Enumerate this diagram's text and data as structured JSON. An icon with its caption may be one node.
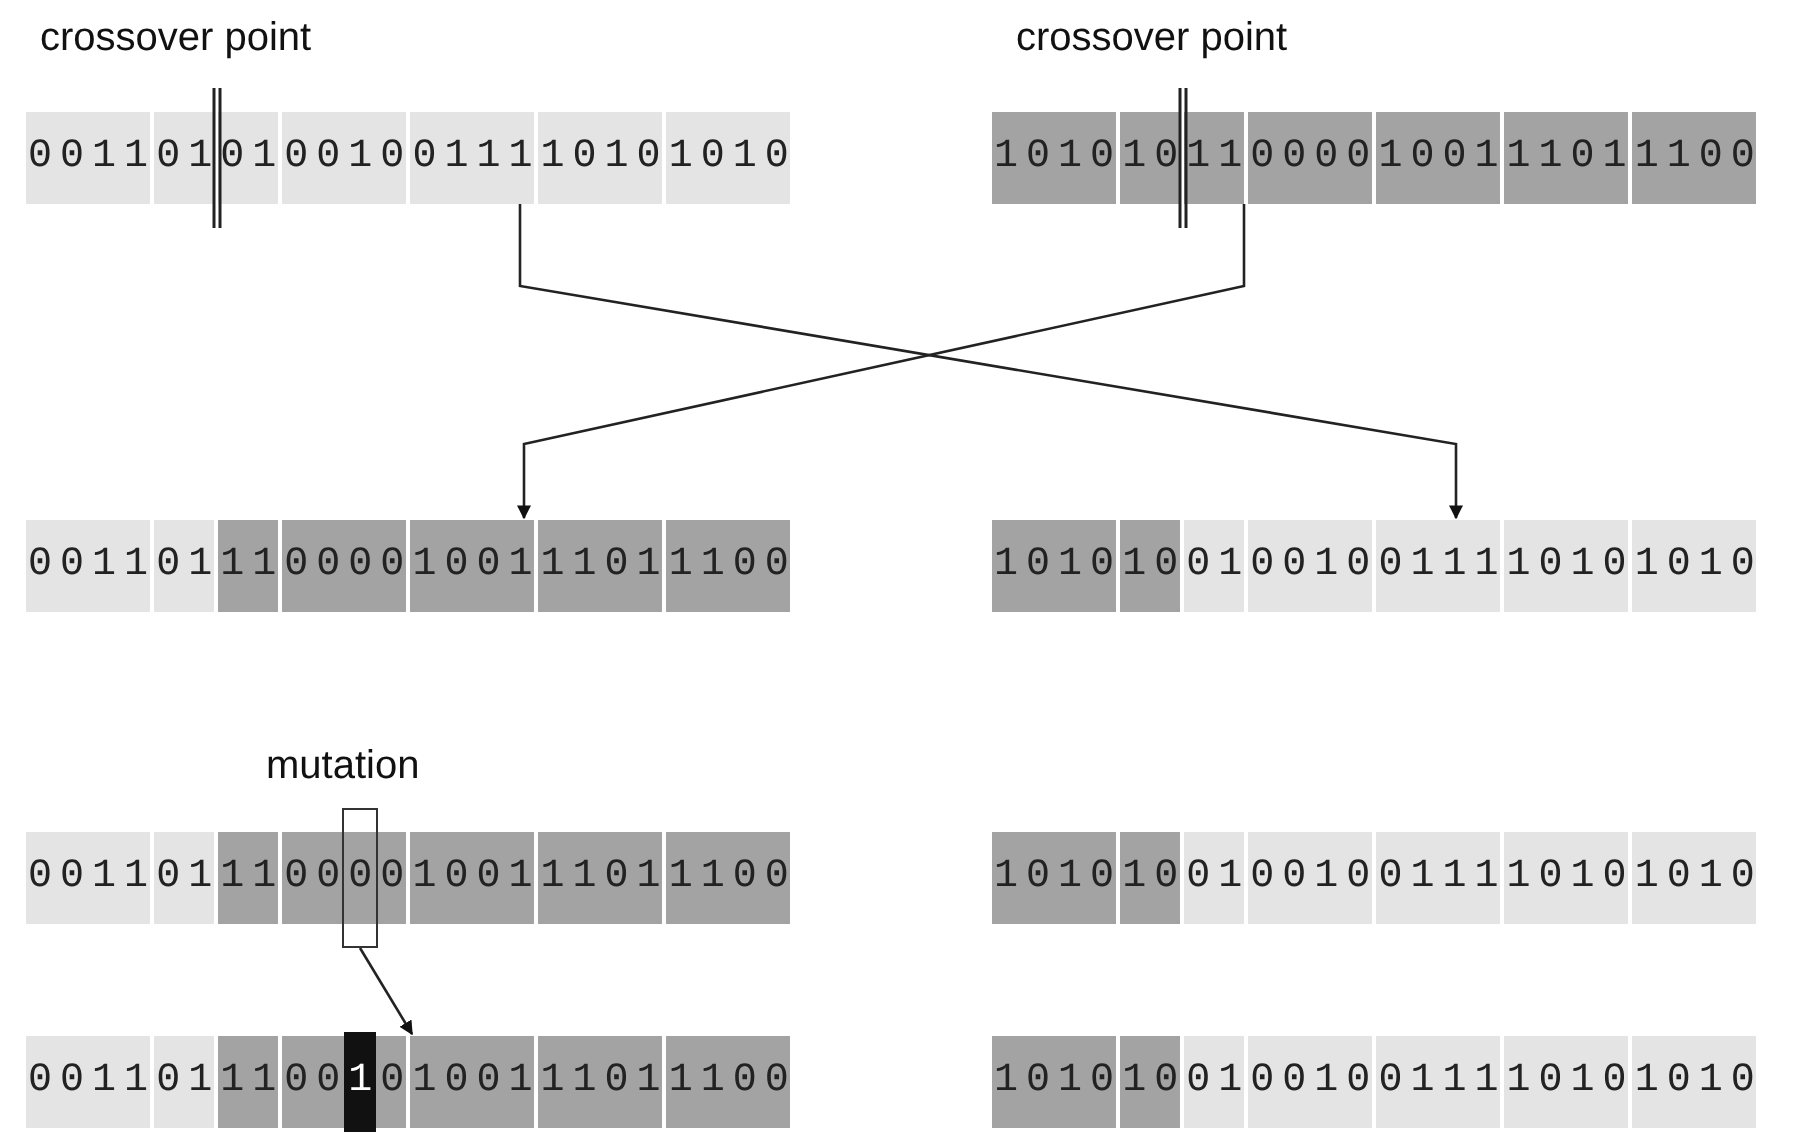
{
  "diagram": {
    "nodes": [
      {
        "text": [
          "001101010010011110101010"
        ],
        "beside": [
          "crossover point"
        ]
      },
      {
        "text": [
          "101010110000100111011100"
        ],
        "beside": [
          "crossover point"
        ]
      },
      {
        "text": [
          "001101110000100111011100"
        ]
      },
      {
        "text": [
          "101010010010011110101010"
        ]
      },
      {
        "text": [],
        "shape": "box",
        "beside": [
          "mutation"
        ]
      },
      {
        "text": [
          "001101110000100111011100"
        ]
      },
      {
        "text": [
          "101010010010011110101010"
        ]
      },
      {
        "text": [
          "001101110010100111011100"
        ]
      },
      {
        "text": [
          "101010010010011110101010"
        ]
      }
    ],
    "edges": [
      {
        "from": 0,
        "to": 3,
        "arrow": "to"
      },
      {
        "from": 1,
        "to": 2,
        "arrow": "to"
      },
      {
        "from": 4,
        "to": 7,
        "arrow": "to"
      }
    ]
  }
}
